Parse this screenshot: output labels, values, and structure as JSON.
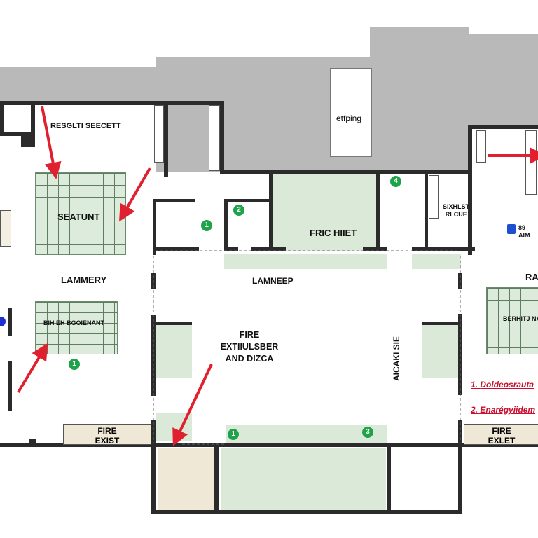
{
  "colors": {
    "wall": "#2b2b2b",
    "room_fill": "#dbe9d8",
    "arrow": "#e0202e",
    "marker": "#1ea34a",
    "exterior": "#b9b9b9",
    "exit_fill": "#efe8d6",
    "legend_text": "#c8102e"
  },
  "exterior_label": "etfping",
  "rooms": {
    "top_left_title": "RESGLTI SEECETT",
    "top_left_grid": "SEATUNT",
    "left_hall": "LAMMERY",
    "left_grid": "BIH EH BGOIENANT",
    "center_hall": "LAMNEEP",
    "center_note_1": "FIRE",
    "center_note_2": "EXTIIULSBER",
    "center_note_3": "AND DIZCA",
    "center_green_room": "FRIC HIIET",
    "small_room_1": "SIXHLST",
    "small_room_2": "RLCUF",
    "right_room_1": "89",
    "right_room_2": "AIM",
    "right_hall": "RA",
    "right_grid": "BERHITJ NA",
    "vertical_label": "AICAKI SIE"
  },
  "exits": [
    {
      "line1": "FIRE",
      "line2": "EXIST"
    },
    {
      "line1": "FIRE",
      "line2": "EXLET"
    }
  ],
  "markers": [
    "1",
    "2",
    "1",
    "4",
    "1",
    "3"
  ],
  "legend": [
    {
      "num": "1.",
      "text": "Doldeosrauta"
    },
    {
      "num": "2.",
      "text": "Enarégyiidem"
    }
  ],
  "icons": [
    "arrow-icon",
    "fire-extinguisher-icon",
    "chair-icon"
  ]
}
